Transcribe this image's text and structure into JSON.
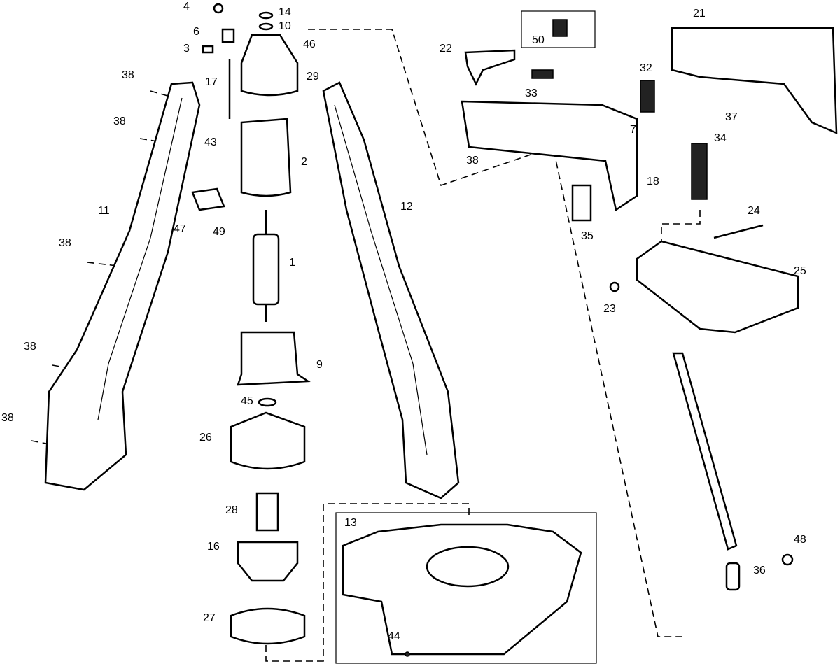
{
  "diagram": {
    "type": "exploded-parts-diagram",
    "part_labels": [
      "4",
      "14",
      "10",
      "6",
      "46",
      "3",
      "29",
      "38",
      "17",
      "38",
      "43",
      "2",
      "11",
      "47",
      "49",
      "38",
      "1",
      "38",
      "9",
      "45",
      "26",
      "38",
      "28",
      "16",
      "27",
      "12",
      "22",
      "50",
      "21",
      "32",
      "33",
      "7",
      "37",
      "34",
      "38",
      "18",
      "35",
      "24",
      "25",
      "23",
      "13",
      "44",
      "48",
      "36"
    ]
  }
}
